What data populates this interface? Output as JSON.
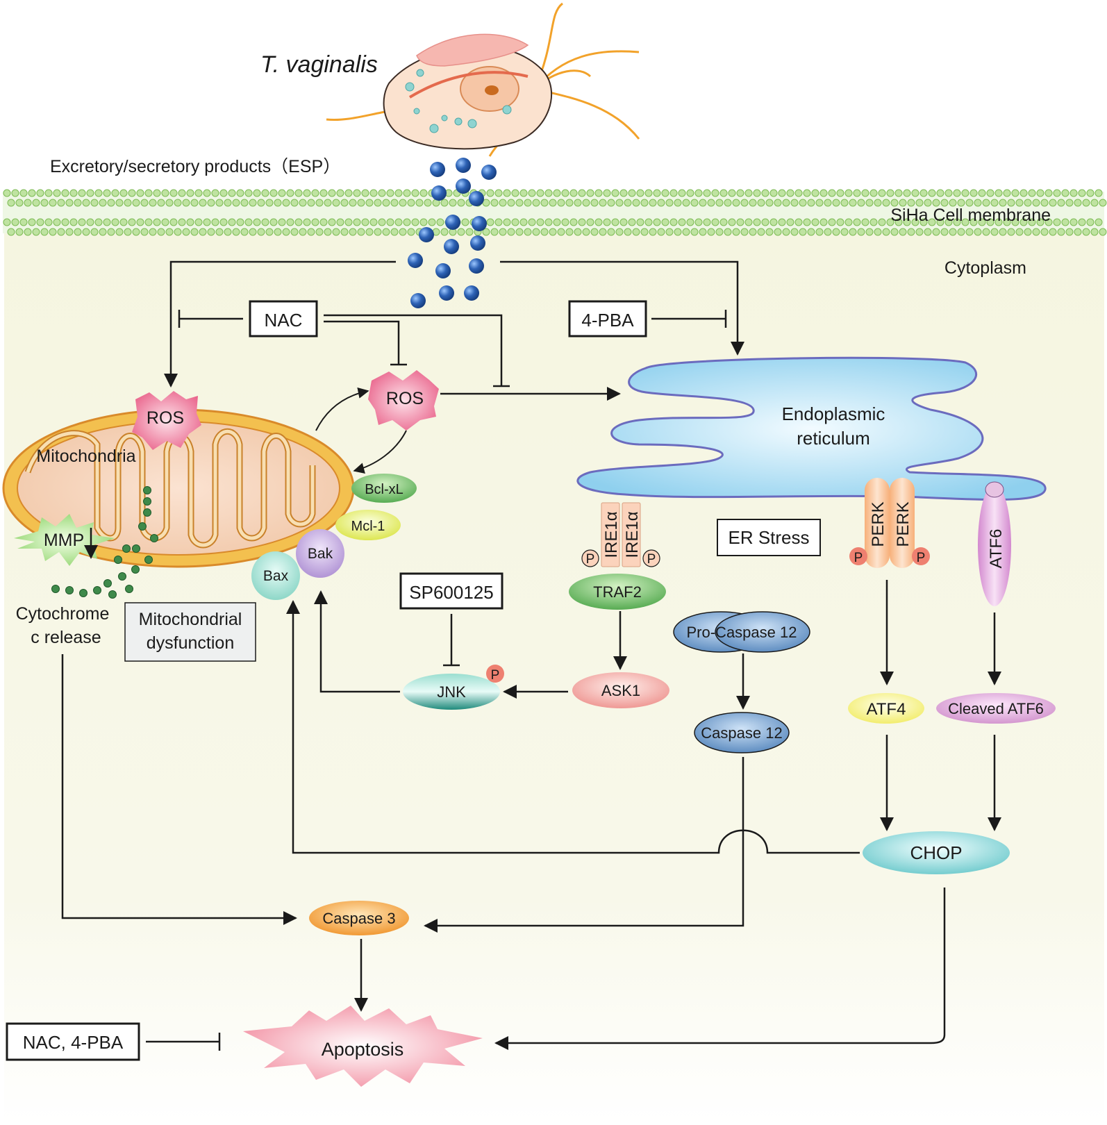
{
  "organism": {
    "name": "T. vaginalis"
  },
  "esp_label": "Excretory/secretory products（ESP）",
  "membrane_label": "SiHa Cell membrane",
  "cytoplasm_label": "Cytoplasm",
  "inhibitors": {
    "nac": "NAC",
    "pba": "4-PBA",
    "sp600125": "SP600125",
    "nac_pba": "NAC, 4-PBA"
  },
  "ros": {
    "mito": "ROS",
    "free": "ROS"
  },
  "mitochondria": {
    "label": "Mitochondria",
    "mmp": "MMP",
    "cytochrome": [
      "Cytochrome",
      "c release"
    ],
    "dysfunction": [
      "Mitochondrial",
      "dysfunction"
    ]
  },
  "bcl_proteins": {
    "bclxl": "Bcl-xL",
    "mcl1": "Mcl-1",
    "bak": "Bak",
    "bax": "Bax"
  },
  "er": {
    "label": [
      "Endoplasmic",
      "reticulum"
    ],
    "stress": "ER Stress"
  },
  "sensors": {
    "ire1": "IRE1α",
    "perk": "PERK",
    "atf6": "ATF6",
    "phospho": "P"
  },
  "nodes": {
    "traf2": "TRAF2",
    "ask1": "ASK1",
    "jnk": "JNK",
    "pro_casp12": "Pro-Caspase 12",
    "casp12": "Caspase 12",
    "atf4": "ATF4",
    "cleaved_atf6": "Cleaved ATF6",
    "chop": "CHOP",
    "casp3": "Caspase 3",
    "apoptosis": "Apoptosis"
  },
  "colors": {
    "cytoplasm": "#f7f7e6",
    "membrane": "#a9d88a",
    "esp": "#2d62b5",
    "er": "#bfe3f4",
    "ros": "#ee7a9c",
    "mito_outer": "#f0c24f"
  }
}
